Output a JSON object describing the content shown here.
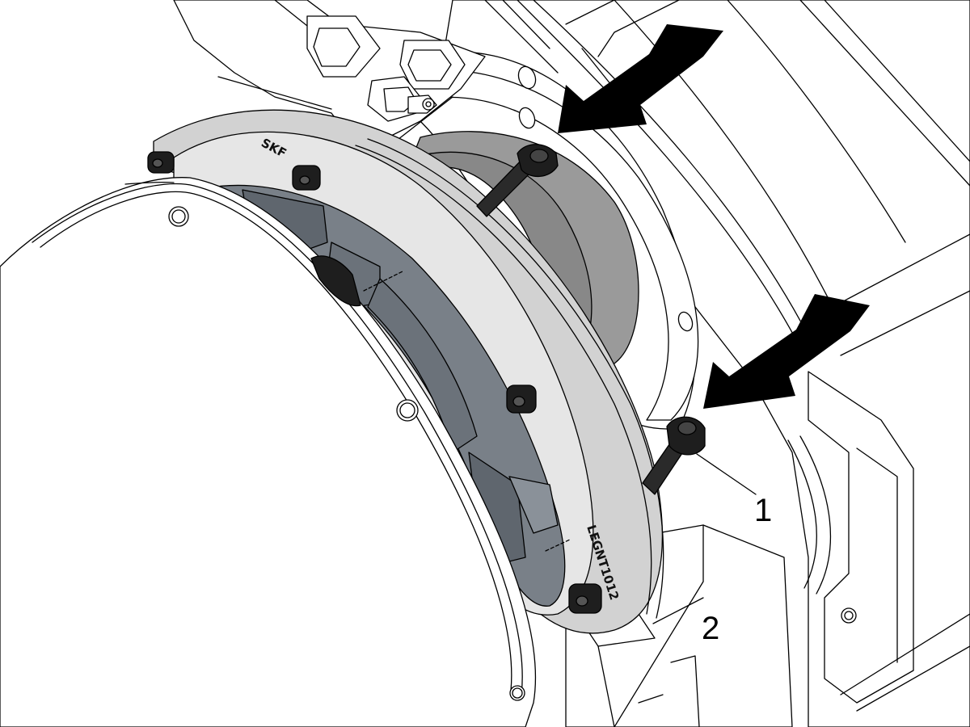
{
  "figure": {
    "callouts": [
      {
        "id": "1",
        "text": "1"
      },
      {
        "id": "2",
        "text": "2"
      }
    ],
    "ring_markings": {
      "brand": "SKF",
      "part_code": "LEGNT1012"
    }
  },
  "colors": {
    "outline": "#000000",
    "ring_light": "#d2d2d2",
    "ring_inner": "#e4e4e4",
    "inner_steel": "#798088",
    "inner_steel_dark": "#5f666e",
    "hub": "#9a9a9a",
    "bolt": "#1e1e1e",
    "arrow": "#000000"
  },
  "icons": [
    "arrow-left-down-icon",
    "arrow-left-down-icon"
  ]
}
